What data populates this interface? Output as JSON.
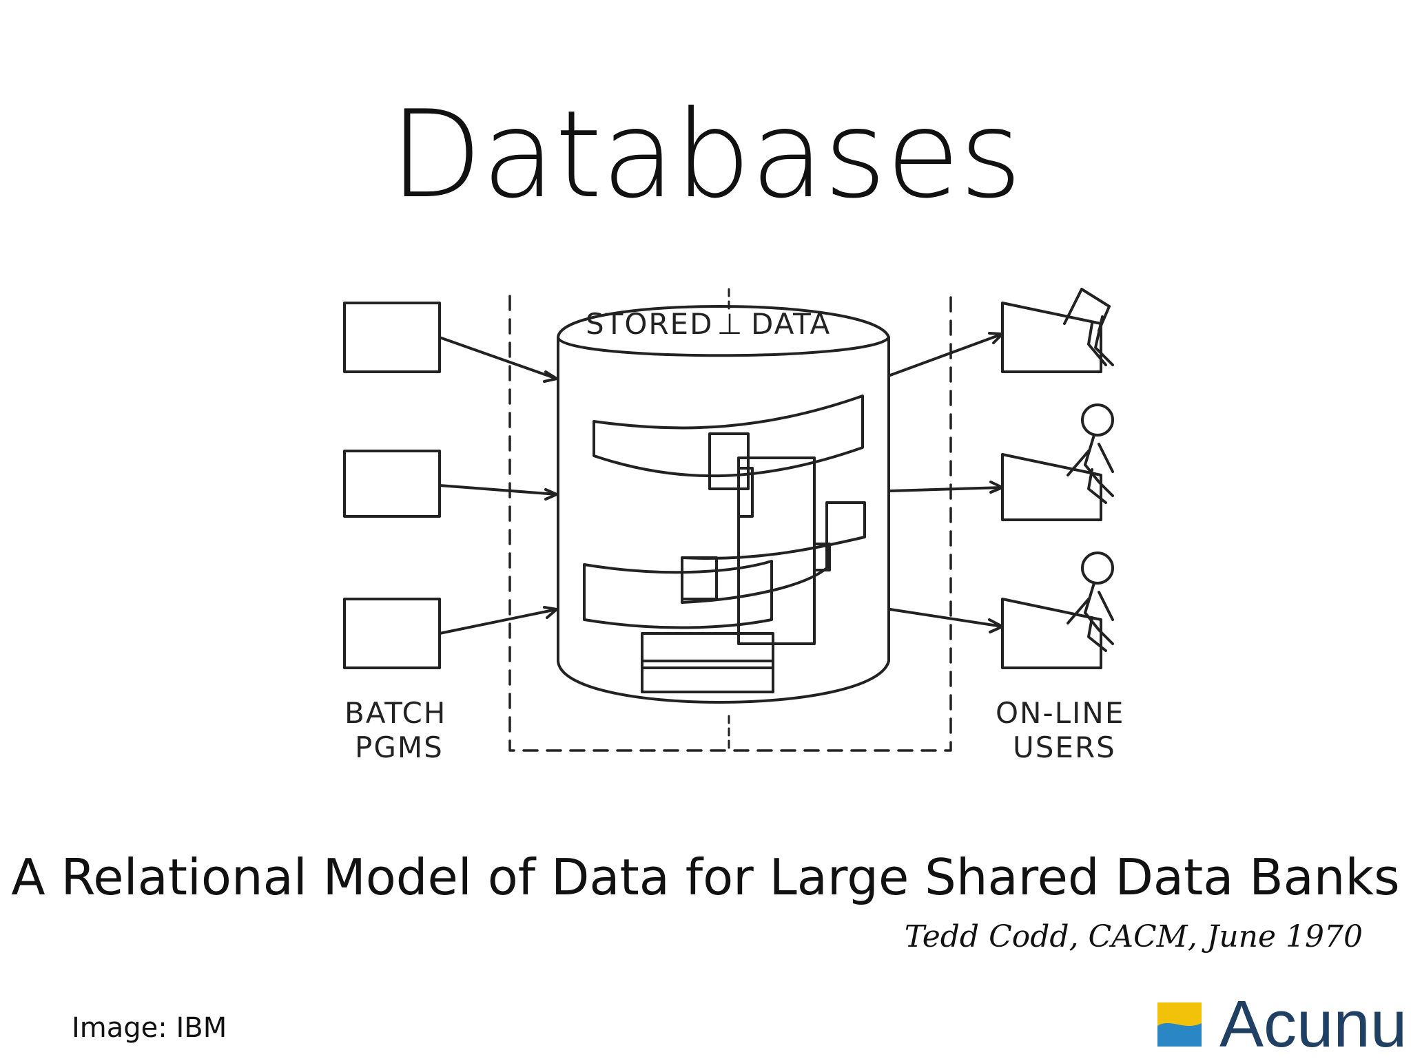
{
  "title": "Databases",
  "diagram": {
    "stored_data_label": "STORED",
    "stored_data_label_2": "DATA",
    "left_label_line1": "BATCH",
    "left_label_line2": "PGMS",
    "right_label_line1": "ON-LINE",
    "right_label_line2": "USERS"
  },
  "paper_title": "A Relational Model of Data for Large Shared Data Banks",
  "citation": "Tedd Codd, CACM, June 1970",
  "image_credit": "Image: IBM",
  "logo": {
    "text": "Acunu",
    "colors": {
      "top": "#f2c20a",
      "bottom": "#2b86c6"
    }
  }
}
